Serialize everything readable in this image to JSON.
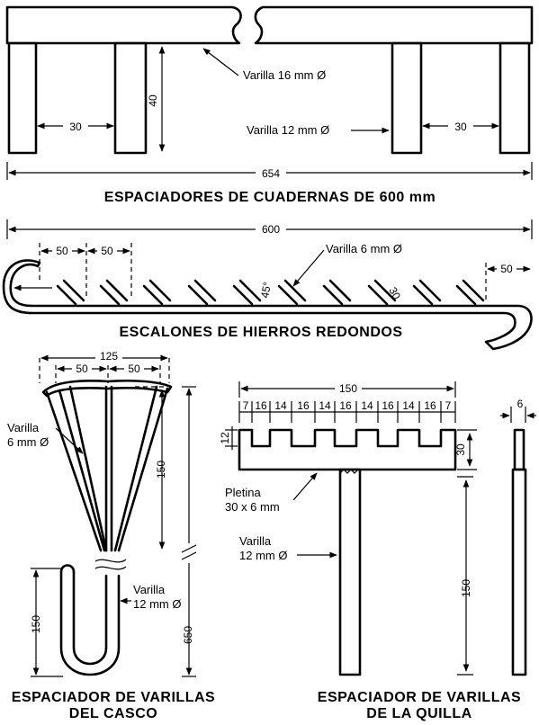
{
  "colors": {
    "ink": "#000000",
    "paper": "#ffffff"
  },
  "frame_spacer": {
    "title": "ESPACIADORES DE CUADERNAS DE 600 mm",
    "rod_16_label": "Varilla 16 mm Ø",
    "rod_12_label": "Varilla 12 mm Ø",
    "dim_height": "40",
    "dim_gap_left": "30",
    "dim_gap_right": "30",
    "dim_total": "654"
  },
  "rung_rail": {
    "title": "ESCALONES DE HIERROS REDONDOS",
    "rod_6_label": "Varilla 6 mm Ø",
    "dim_total": "600",
    "dim_pitch_1": "50",
    "dim_pitch_2": "50",
    "dim_end": "50",
    "dim_angle": "45°",
    "dim_rung": "30"
  },
  "hull_spacer": {
    "title_line1": "ESPACIADOR DE VARILLAS",
    "title_line2": "DEL CASCO",
    "rod_6_label_line1": "Varilla",
    "rod_6_label_line2": "6 mm Ø",
    "rod_12_label_line1": "Varilla",
    "rod_12_label_line2": "12 mm Ø",
    "dim_top": "125",
    "dim_half_left": "50",
    "dim_half_right": "50",
    "dim_fan": "150",
    "dim_hook": "150",
    "dim_total": "650"
  },
  "keel_spacer": {
    "title_line1": "ESPACIADOR DE VARILLAS",
    "title_line2": "DE LA QUILLA",
    "plate_label_line1": "Pletina",
    "plate_label_line2": "30 x 6 mm",
    "rod_12_label_line1": "Varilla",
    "rod_12_label_line2": "12 mm Ø",
    "dim_total": "150",
    "dim_segments": [
      "7",
      "16",
      "14",
      "16",
      "14",
      "16",
      "14",
      "16",
      "14",
      "16",
      "7"
    ],
    "dim_notch": "12",
    "dim_plate": "30",
    "dim_stem": "150",
    "dim_thickness": "6"
  }
}
